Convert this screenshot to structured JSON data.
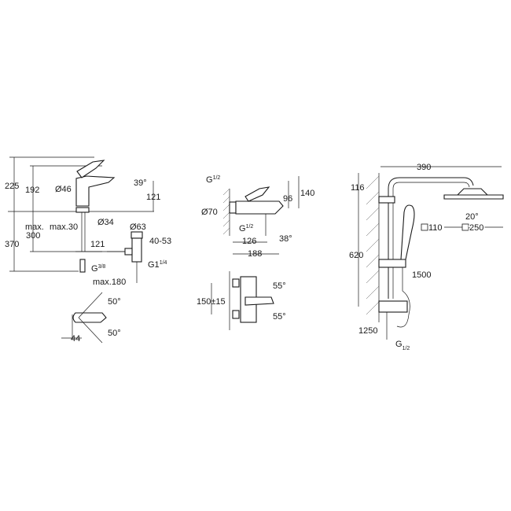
{
  "basin_mixer": {
    "height_total": "225",
    "height_spout": "192",
    "spout_diameter": "Ø46",
    "spout_angle": "39°",
    "spout_height": "121",
    "hole_diameter": "Ø34",
    "max_thickness": "max.30",
    "max_hose_1": "max.",
    "max_hose_2": "300",
    "below_height": "370",
    "waste_diameter": "Ø63",
    "waste_range": "40-53",
    "spout_reach": "121",
    "waste_thread": "G1",
    "waste_thread_frac": "1/4",
    "supply_thread": "G",
    "supply_thread_frac": "3/8",
    "max_distance": "max.180",
    "lever_angle_top": "50°",
    "lever_angle_bottom": "50°",
    "lever_offset": "44"
  },
  "bath_mixer": {
    "connection_thread": "G",
    "connection_thread_frac": "1/2",
    "rosette_diameter": "Ø70",
    "height_total": "140",
    "height_body": "96",
    "outlet_thread": "G",
    "outlet_thread_frac": "1/2",
    "outlet_distance": "126",
    "spout_angle": "38°",
    "projection": "188",
    "lever_angle_top": "55°",
    "centers": "150±15",
    "lever_angle_bottom": "55°"
  },
  "shower_system": {
    "arm_reach": "390",
    "top_offset": "116",
    "rail_height": "620",
    "spray_angle": "20°",
    "hand_shower_size": "110",
    "head_shower_size": "250",
    "hose_length": "1500",
    "supply_hose": "1250",
    "connection_thread": "G",
    "connection_thread_frac": "1/2"
  }
}
